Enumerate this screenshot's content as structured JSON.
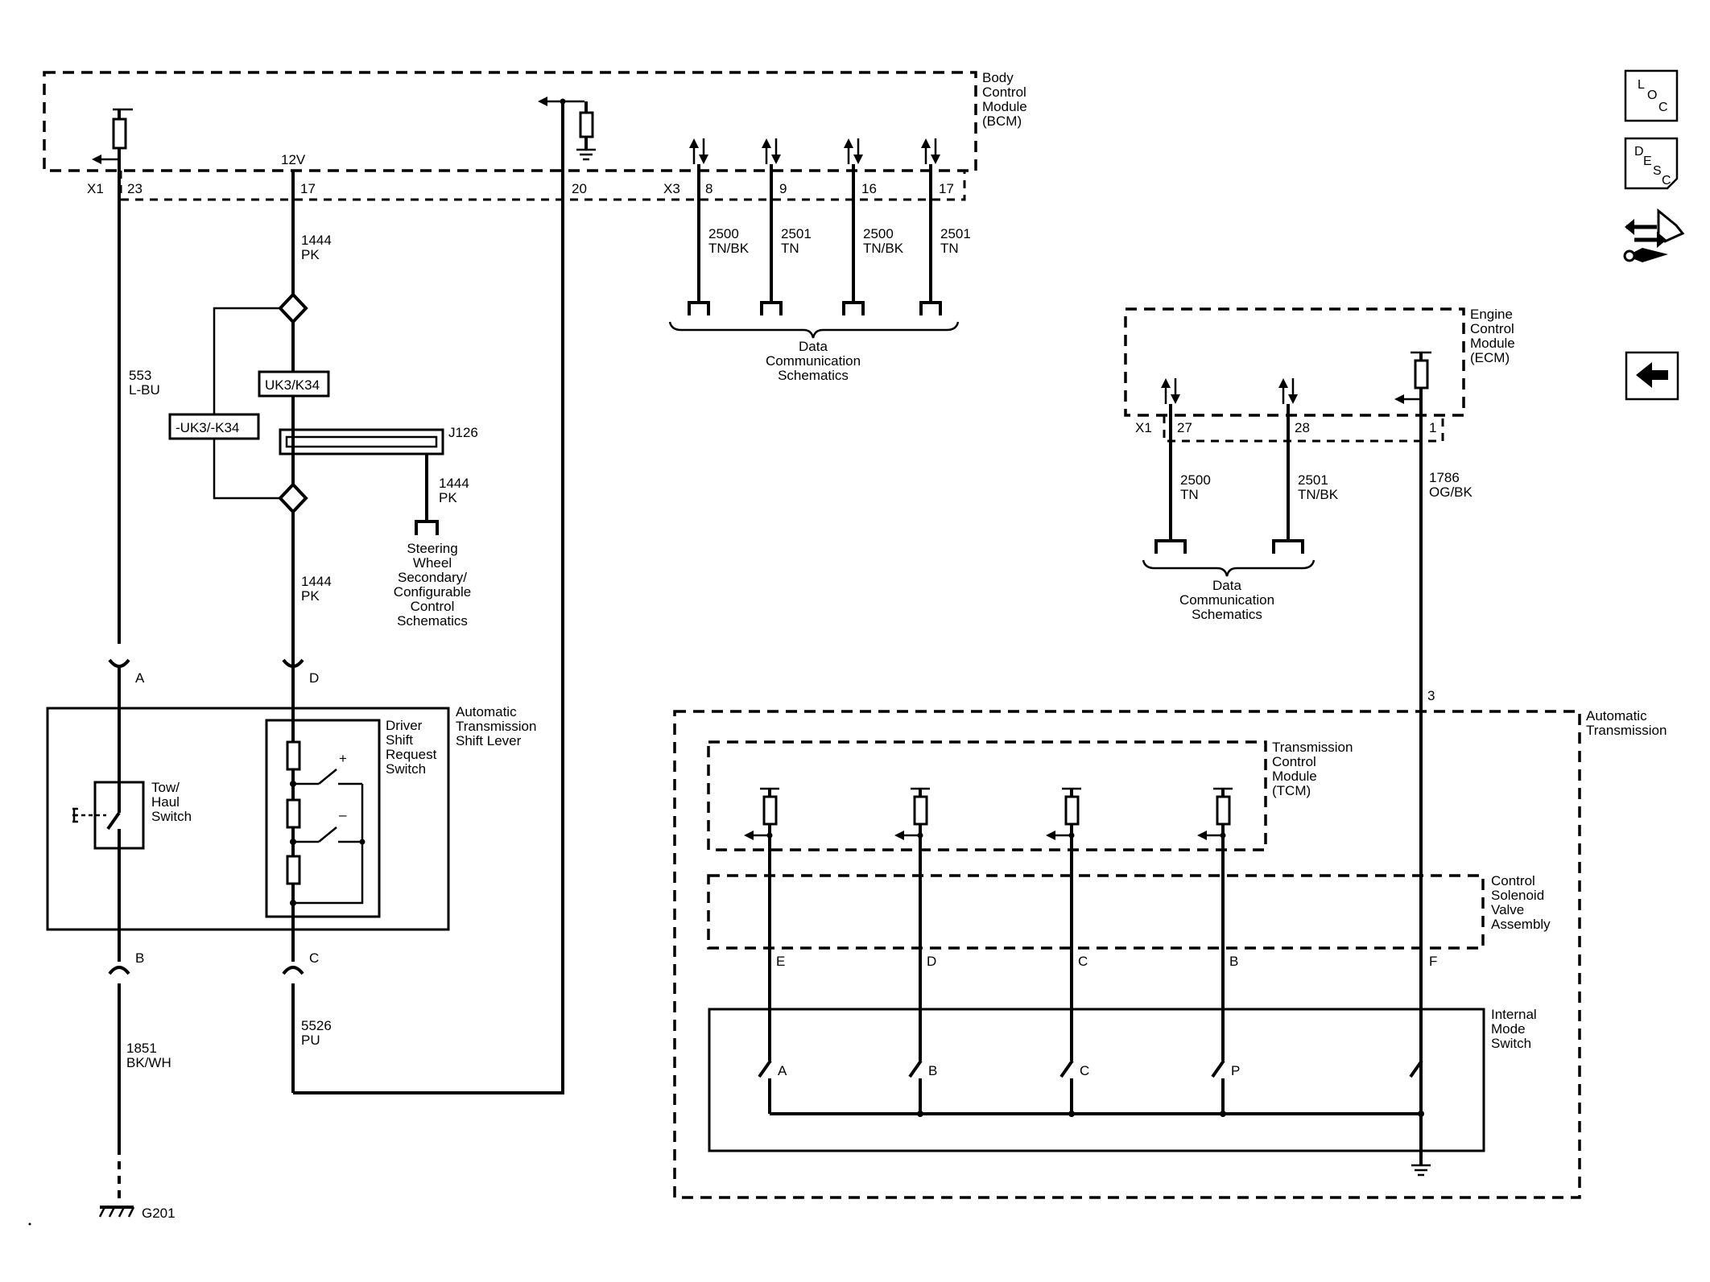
{
  "modules": {
    "bcm": {
      "lines": [
        "Body",
        "Control",
        "Module",
        "(BCM)"
      ]
    },
    "ecm": {
      "lines": [
        "Engine",
        "Control",
        "Module",
        "(ECM)"
      ]
    },
    "tcm": {
      "lines": [
        "Transmission",
        "Control",
        "Module",
        "(TCM)"
      ]
    },
    "auto_trans": {
      "lines": [
        "Automatic",
        "Transmission"
      ]
    },
    "shift_lever": {
      "lines": [
        "Automatic",
        "Transmission",
        "Shift Lever"
      ]
    },
    "driver_shift": {
      "lines": [
        "Driver",
        "Shift",
        "Request",
        "Switch"
      ]
    },
    "tow_haul": {
      "lines": [
        "Tow/",
        "Haul",
        "Switch"
      ]
    },
    "solenoid": {
      "lines": [
        "Control",
        "Solenoid",
        "Valve",
        "Assembly"
      ]
    },
    "internal_mode": {
      "lines": [
        "Internal",
        "Mode",
        "Switch"
      ]
    }
  },
  "connectors": {
    "bcm_x1": "X1",
    "bcm_x3": "X3",
    "ecm_x1": "X1",
    "bcm_pins": [
      "23",
      "17",
      "20"
    ],
    "bcm_x3_pins": [
      "8",
      "9",
      "16",
      "17"
    ],
    "ecm_pins": [
      "27",
      "28",
      "1"
    ],
    "voltage": "12V",
    "splice": "J126",
    "ground": "G201",
    "trans_pin": "3",
    "lever_pins": [
      "A",
      "D",
      "B",
      "C"
    ],
    "trans_pins": [
      "E",
      "D",
      "C",
      "B",
      "F"
    ],
    "mode_contacts": [
      "A",
      "B",
      "C",
      "P"
    ]
  },
  "wires": {
    "w553": [
      "553",
      "L-BU"
    ],
    "w1444a": [
      "1444",
      "PK"
    ],
    "w1444b": [
      "1444",
      "PK"
    ],
    "w1444c": [
      "1444",
      "PK"
    ],
    "w1851": [
      "1851",
      "BK/WH"
    ],
    "w5526": [
      "5526",
      "PU"
    ],
    "w1786": [
      "1786",
      "OG/BK"
    ],
    "bcm_data": [
      [
        "2500",
        "TN/BK"
      ],
      [
        "2501",
        "TN"
      ],
      [
        "2500",
        "TN/BK"
      ],
      [
        "2501",
        "TN"
      ]
    ],
    "ecm_data": [
      [
        "2500",
        "TN"
      ],
      [
        "2501",
        "TN/BK"
      ]
    ]
  },
  "options": {
    "pos": "UK3/K34",
    "neg": "-UK3/-K34"
  },
  "references": {
    "data_comm": [
      "Data",
      "Communication",
      "Schematics"
    ],
    "steering": [
      "Steering",
      "Wheel",
      "Secondary/",
      "Configurable",
      "Control",
      "Schematics"
    ]
  },
  "switch_signs": {
    "plus": "+",
    "minus": "–"
  },
  "nav": {
    "loc": {
      "a": "L",
      "b": "O",
      "c": "C",
      "icon": "loc-icon"
    },
    "desc": {
      "a": "D",
      "b": "E",
      "c": "S",
      "d": "C",
      "icon": "desc-icon"
    },
    "connector_icon": "connector-wrench-icon",
    "back_icon": "back-arrow-icon"
  }
}
